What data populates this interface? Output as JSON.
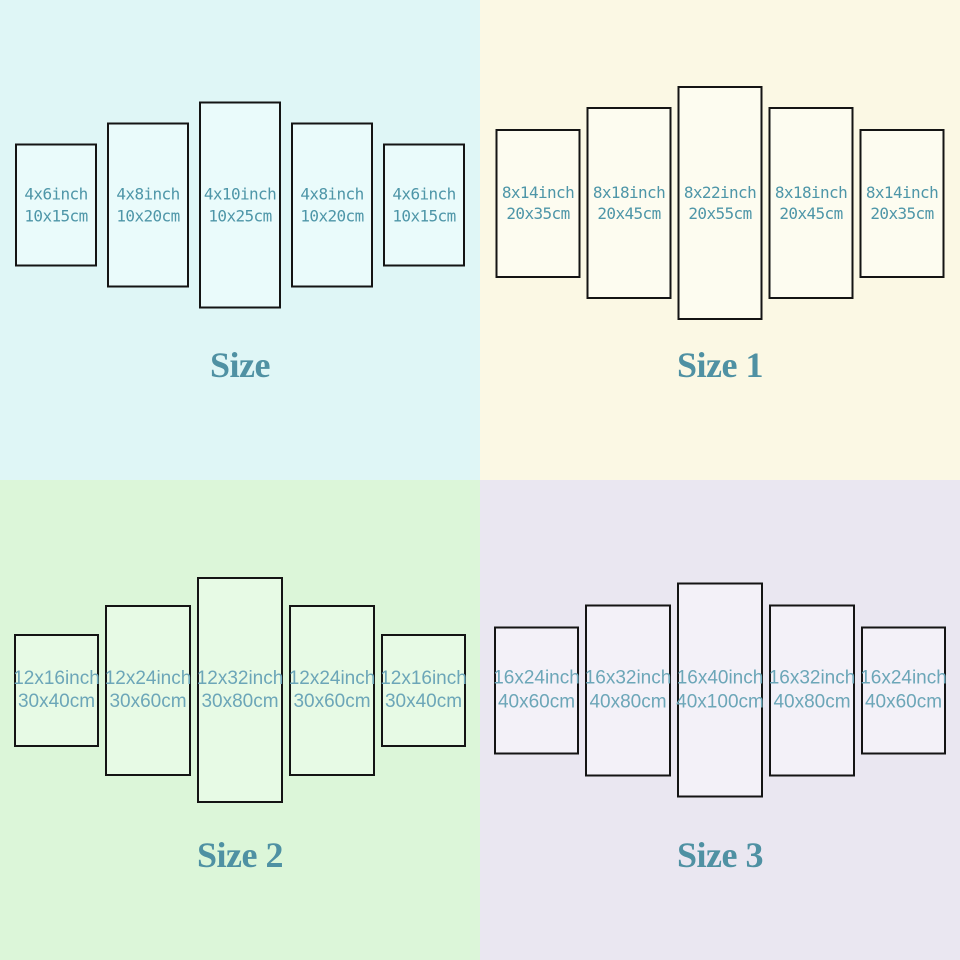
{
  "theme": {
    "border_color": "#141414",
    "title_color": "#4f91a3",
    "label_color_top_quadrants": "#4e96a8",
    "label_color_bottom_quadrants": "#6ca6b8",
    "quadrant_backgrounds": [
      "#dff6f6",
      "#fbf8e4",
      "#dcf6d9",
      "#eae7f1"
    ],
    "panel_fills": [
      "#eafbfb",
      "#fdfcf0",
      "#e7fae5",
      "#f3f1f8"
    ]
  },
  "quadrants": [
    {
      "title": "Size",
      "panels": [
        {
          "inch": "4x6inch",
          "cm": "10x15cm"
        },
        {
          "inch": "4x8inch",
          "cm": "10x20cm"
        },
        {
          "inch": "4x10inch",
          "cm": "10x25cm"
        },
        {
          "inch": "4x8inch",
          "cm": "10x20cm"
        },
        {
          "inch": "4x6inch",
          "cm": "10x15cm"
        }
      ]
    },
    {
      "title": "Size 1",
      "panels": [
        {
          "inch": "8x14inch",
          "cm": "20x35cm"
        },
        {
          "inch": "8x18inch",
          "cm": "20x45cm"
        },
        {
          "inch": "8x22inch",
          "cm": "20x55cm"
        },
        {
          "inch": "8x18inch",
          "cm": "20x45cm"
        },
        {
          "inch": "8x14inch",
          "cm": "20x35cm"
        }
      ]
    },
    {
      "title": "Size 2",
      "panels": [
        {
          "inch": "12x16inch",
          "cm": "30x40cm"
        },
        {
          "inch": "12x24inch",
          "cm": "30x60cm"
        },
        {
          "inch": "12x32inch",
          "cm": "30x80cm"
        },
        {
          "inch": "12x24inch",
          "cm": "30x60cm"
        },
        {
          "inch": "12x16inch",
          "cm": "30x40cm"
        }
      ]
    },
    {
      "title": "Size 3",
      "panels": [
        {
          "inch": "16x24inch",
          "cm": "40x60cm"
        },
        {
          "inch": "16x32inch",
          "cm": "40x80cm"
        },
        {
          "inch": "16x40inch",
          "cm": "40x100cm"
        },
        {
          "inch": "16x32inch",
          "cm": "40x80cm"
        },
        {
          "inch": "16x24inch",
          "cm": "40x60cm"
        }
      ]
    }
  ]
}
